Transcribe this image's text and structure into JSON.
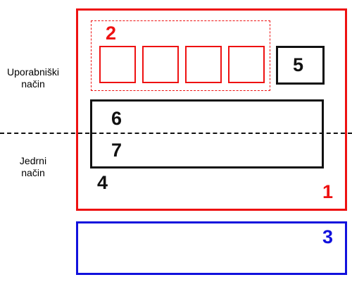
{
  "labels": {
    "user_mode": [
      "Uporabniški",
      "način"
    ],
    "kernel_mode": [
      "Jedrni",
      "način"
    ]
  },
  "numbers": {
    "n1": "1",
    "n2": "2",
    "n3": "3",
    "n4": "4",
    "n5": "5",
    "n6": "6",
    "n7": "7"
  },
  "colors": {
    "red": "#ee1111",
    "blue": "#1111dd",
    "black": "#111111"
  }
}
